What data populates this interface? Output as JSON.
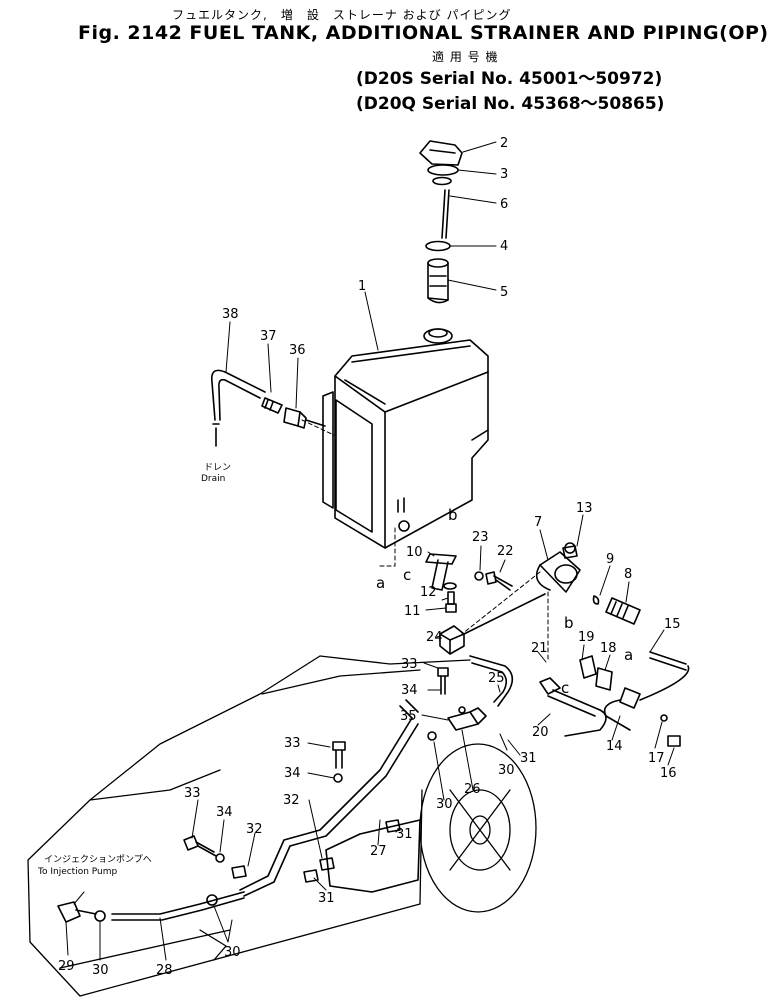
{
  "header": {
    "japanese_title": "フュエルタンク,　増　設　ストレーナ および パイピング",
    "title": "Fig. 2142 FUEL TANK, ADDITIONAL STRAINER AND PIPING(OP)",
    "applicable_models_jp": "適 用 号 機",
    "serial_line_1": "(D20S  Serial No. 45001～50972)",
    "serial_line_2": "(D20Q  Serial No. 45368～50865)"
  },
  "captions": {
    "drain_jp": "ドレン",
    "drain": "Drain",
    "injection_jp": "インジェクションポンプへ",
    "injection": "To Injection Pump"
  },
  "callouts": {
    "c1": "1",
    "c2": "2",
    "c3": "3",
    "c4": "4",
    "c5": "5",
    "c6": "6",
    "c7": "7",
    "c8": "8",
    "c9": "9",
    "c10": "10",
    "c11": "11",
    "c12": "12",
    "c13": "13",
    "c14": "14",
    "c15": "15",
    "c16": "16",
    "c17": "17",
    "c18": "18",
    "c19": "19",
    "c20": "20",
    "c21": "21",
    "c22": "22",
    "c23": "23",
    "c24": "24",
    "c25": "25",
    "c26": "26",
    "c27": "27",
    "c28": "28",
    "c29": "29",
    "c30": "30",
    "c31": "31",
    "c32": "32",
    "c33": "33",
    "c34": "34",
    "c35": "35",
    "c36": "36",
    "c37": "37",
    "c38": "38",
    "a": "a",
    "b": "b",
    "c": "c"
  }
}
